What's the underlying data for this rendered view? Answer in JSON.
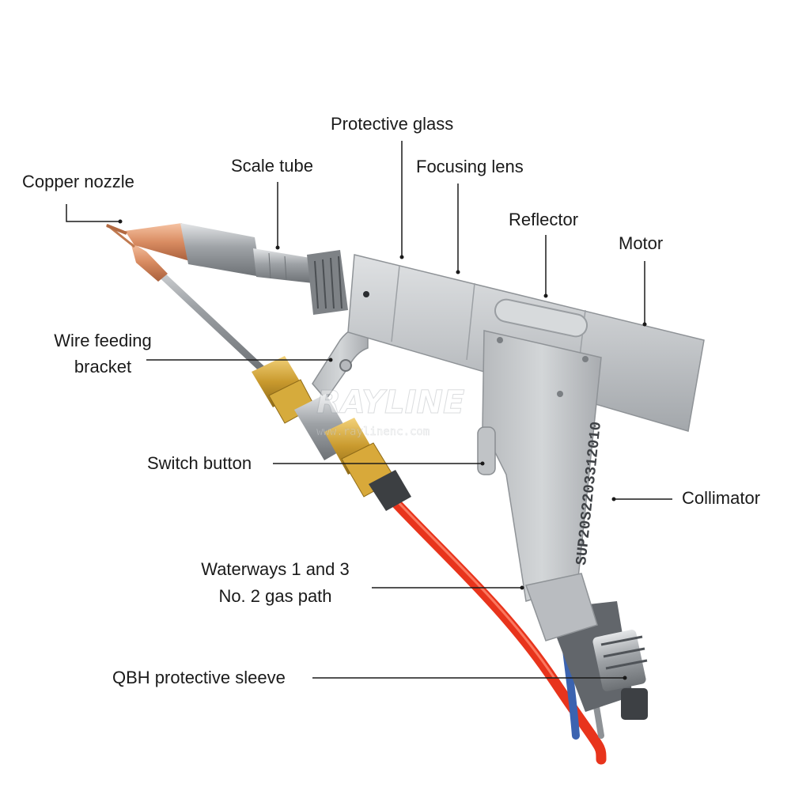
{
  "labels": {
    "copper_nozzle": "Copper nozzle",
    "scale_tube": "Scale tube",
    "protective_glass": "Protective glass",
    "focusing_lens": "Focusing lens",
    "reflector": "Reflector",
    "motor": "Motor",
    "wire_feeding_line1": "Wire feeding",
    "wire_feeding_line2": "bracket",
    "switch_button": "Switch button",
    "collimator": "Collimator",
    "waterways_line1": "Waterways 1 and 3",
    "waterways_line2": "No. 2 gas path",
    "qbh_sleeve": "QBH protective sleeve"
  },
  "engraving": "SUP20S2203312010",
  "watermark": {
    "brand": "RAYLINE",
    "url": "www.raylinenc.com"
  },
  "colors": {
    "body": "#c3c6c9",
    "copper": "#d98c62",
    "brass": "#c99a2e",
    "hose": "#e8341c",
    "blue_hose": "#3b63b0",
    "leader": "#1a1a1a"
  }
}
